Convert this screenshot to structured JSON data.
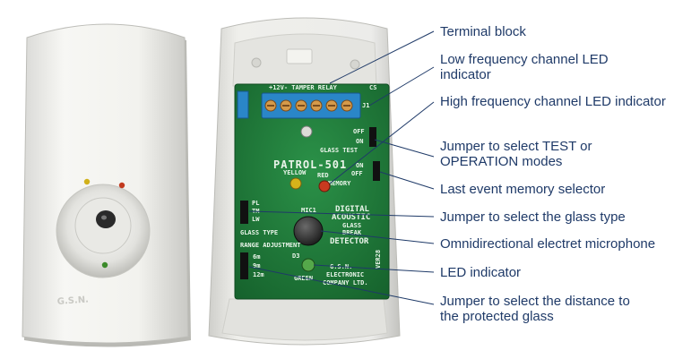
{
  "callouts": [
    {
      "id": "terminal-block",
      "lines": [
        "Terminal block"
      ]
    },
    {
      "id": "low-freq-led",
      "lines": [
        "Low frequency channel LED",
        "indicator"
      ]
    },
    {
      "id": "high-freq-led",
      "lines": [
        "High frequency channel LED indicator"
      ]
    },
    {
      "id": "test-jumper",
      "lines": [
        "Jumper to select TEST or",
        "OPERATION modes"
      ]
    },
    {
      "id": "memory-selector",
      "lines": [
        "Last event memory selector"
      ]
    },
    {
      "id": "glass-type-jumper",
      "lines": [
        "Jumper to select the glass type"
      ]
    },
    {
      "id": "microphone",
      "lines": [
        "Omnidirectional electret microphone"
      ]
    },
    {
      "id": "led-indicator",
      "lines": [
        "LED indicator"
      ]
    },
    {
      "id": "distance-jumper",
      "lines": [
        "Jumper to select the distance to",
        "the protected glass"
      ]
    }
  ],
  "cover": {
    "brand": "G.S.N."
  },
  "board": {
    "terminal_label": "+12V-  TAMPER  RELAY",
    "terminal_ref": "J1",
    "cs_label": "CS",
    "model": "PATROL-501",
    "glass_test": "GLASS TEST",
    "off": "OFF",
    "on": "ON",
    "memory": "MEMORY",
    "glass_type_options": [
      "PL",
      "TM",
      "LW"
    ],
    "glass_type": "GLASS TYPE",
    "range_adjustment": "RANGE ADJUSTMENT",
    "range_options": [
      "6m",
      "9m",
      "12m"
    ],
    "detector_title": [
      "DIGITAL",
      "ACOUSTIC",
      "GLASS",
      "BREAK",
      "DETECTOR"
    ],
    "led_ref": "D3",
    "led_color": "GREEN",
    "yellow_led": "YELLOW",
    "red_led": "RED",
    "mic_ref": "MIC1",
    "company": [
      "G.S.N.",
      "ELECTRONIC",
      "COMPANY LTD."
    ],
    "version": "VER28"
  },
  "colors": {
    "callout_text": "#1f3a68",
    "callout_line": "#1f3a68",
    "pcb": "#1e7a3a",
    "terminal": "#2a86c8"
  }
}
